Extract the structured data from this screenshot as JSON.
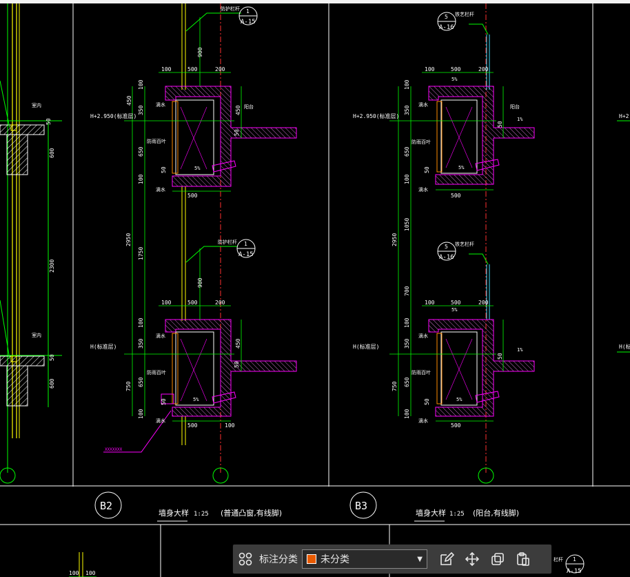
{
  "colors": {
    "line_white": "#ffffff",
    "line_green": "#00ff00",
    "line_yellow": "#ffff00",
    "line_red": "#ff3030",
    "line_magenta": "#ff00ff",
    "line_cyan": "#40e0ff",
    "swatch": "#e85a00"
  },
  "drawing": {
    "detail_b2": {
      "tag": "B2",
      "title": "墙身大样",
      "scale": "1:25",
      "note": "(普通凸窗,有线脚)",
      "label_rail": "防护栏杆",
      "ref_number": "1",
      "ref_sheet": "A-15",
      "level_upper": "H+2.950(标准层)",
      "level_lower": "H(标准层)",
      "drip": "滴水",
      "louver": "防雨百叶",
      "slope": "5%",
      "leader_note": "XXXXXXX"
    },
    "detail_b3": {
      "tag": "B3",
      "title": "墙身大样",
      "scale": "1:25",
      "note": "(阳台,有线脚)",
      "label_rail": "铁艺栏杆",
      "ref_number": "5",
      "ref_sheet": "A-16",
      "level_upper": "H+2.950(标准层)",
      "level_lower": "H(标准层)",
      "drip": "滴水",
      "louver": "防雨百叶",
      "slope_balcony": "1%",
      "slope": "5%",
      "balcony": "阳台"
    },
    "left_partial": {
      "label_a": "室内",
      "dims": [
        "50",
        "600",
        "2300",
        "50",
        "600"
      ]
    },
    "bottom_partial": {
      "dim": "100",
      "ref_number": "1",
      "ref_sheet": "A-15",
      "rail_fragment": "栏杆"
    },
    "dims_b2_vertical": [
      "900",
      "100",
      "450",
      "350",
      "650",
      "100",
      "50",
      "2950",
      "1750",
      "900",
      "100",
      "350",
      "650",
      "750",
      "100",
      "50"
    ],
    "dims_b3_vertical": [
      "100",
      "350",
      "650",
      "100",
      "50",
      "2950",
      "1050",
      "700",
      "100",
      "350",
      "650",
      "750",
      "100",
      "50"
    ],
    "dims_horizontal": [
      "100",
      "500",
      "200",
      "500",
      "100"
    ],
    "dim_450": "450",
    "dim_50": "50"
  },
  "toolbar": {
    "grid_icon": "grid-icon",
    "label": "标注分类",
    "select_value": "未分类",
    "edit_icon": "edit-icon",
    "move_icon": "move-icon",
    "copy_icon": "copy-icon",
    "paste_icon": "paste-icon"
  }
}
